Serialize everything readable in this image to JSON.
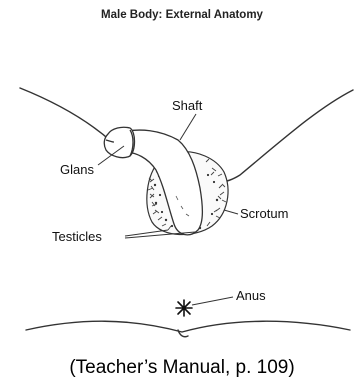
{
  "diagram": {
    "title": "Male Body: External Anatomy",
    "labels": {
      "shaft": "Shaft",
      "glans": "Glans",
      "scrotum": "Scrotum",
      "testicles": "Testicles",
      "anus": "Anus"
    }
  },
  "caption": "(Teacher’s Manual, p. 109)"
}
